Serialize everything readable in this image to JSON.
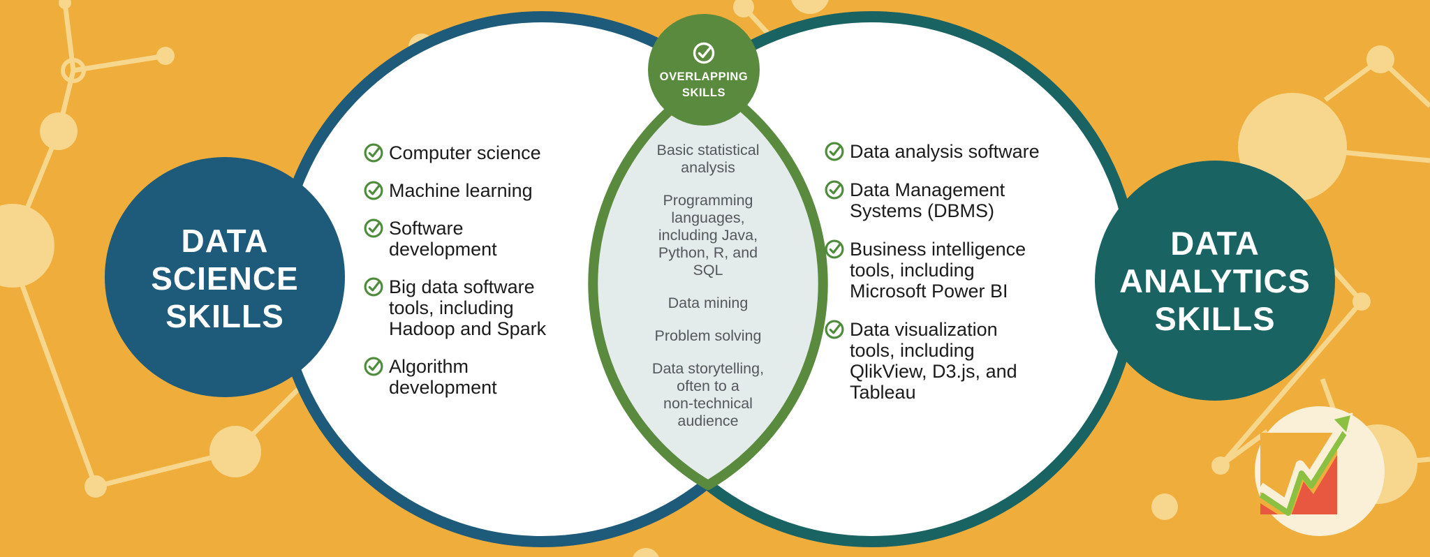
{
  "left_circle": {
    "title": "DATA\nSCIENCE\nSKILLS"
  },
  "right_circle": {
    "title": "DATA\nANALYTICS\nSKILLS"
  },
  "badge": {
    "label": "OVERLAPPING\nSKILLS",
    "icon": "check-circle-icon"
  },
  "left_list": {
    "items": [
      "Computer science",
      "Machine learning",
      "Software\ndevelopment",
      "Big data software\ntools, including\nHadoop and Spark",
      "Algorithm\ndevelopment"
    ]
  },
  "overlap_list": {
    "items": [
      "Basic statistical\nanalysis",
      "Programming\nlanguages,\nincluding Java,\nPython, R, and\nSQL",
      "Data mining",
      "Problem solving",
      "Data storytelling,\noften to a\nnon-technical\naudience"
    ]
  },
  "right_list": {
    "items": [
      "Data analysis software",
      "Data Management\nSystems (DBMS)",
      "Business intelligence\ntools, including\nMicrosoft Power BI",
      "Data visualization\ntools, including\nQlikView, D3.js, and\nTableau"
    ]
  },
  "logo": {
    "icon": "growth-chart-icon"
  },
  "colors": {
    "bg": "#EFAD3C",
    "decor": "#F7D78E",
    "cream": "#FAF0D8",
    "blue": "#1E5B7B",
    "teal": "#1A6363",
    "green": "#5A8A3E",
    "check-green": "#4E8C3C",
    "lens-fill": "#E4EBEB",
    "lens-text": "#54585A",
    "list-text": "#1B1B1B",
    "logo-red": "#E8573F",
    "logo-green": "#8CC043"
  }
}
